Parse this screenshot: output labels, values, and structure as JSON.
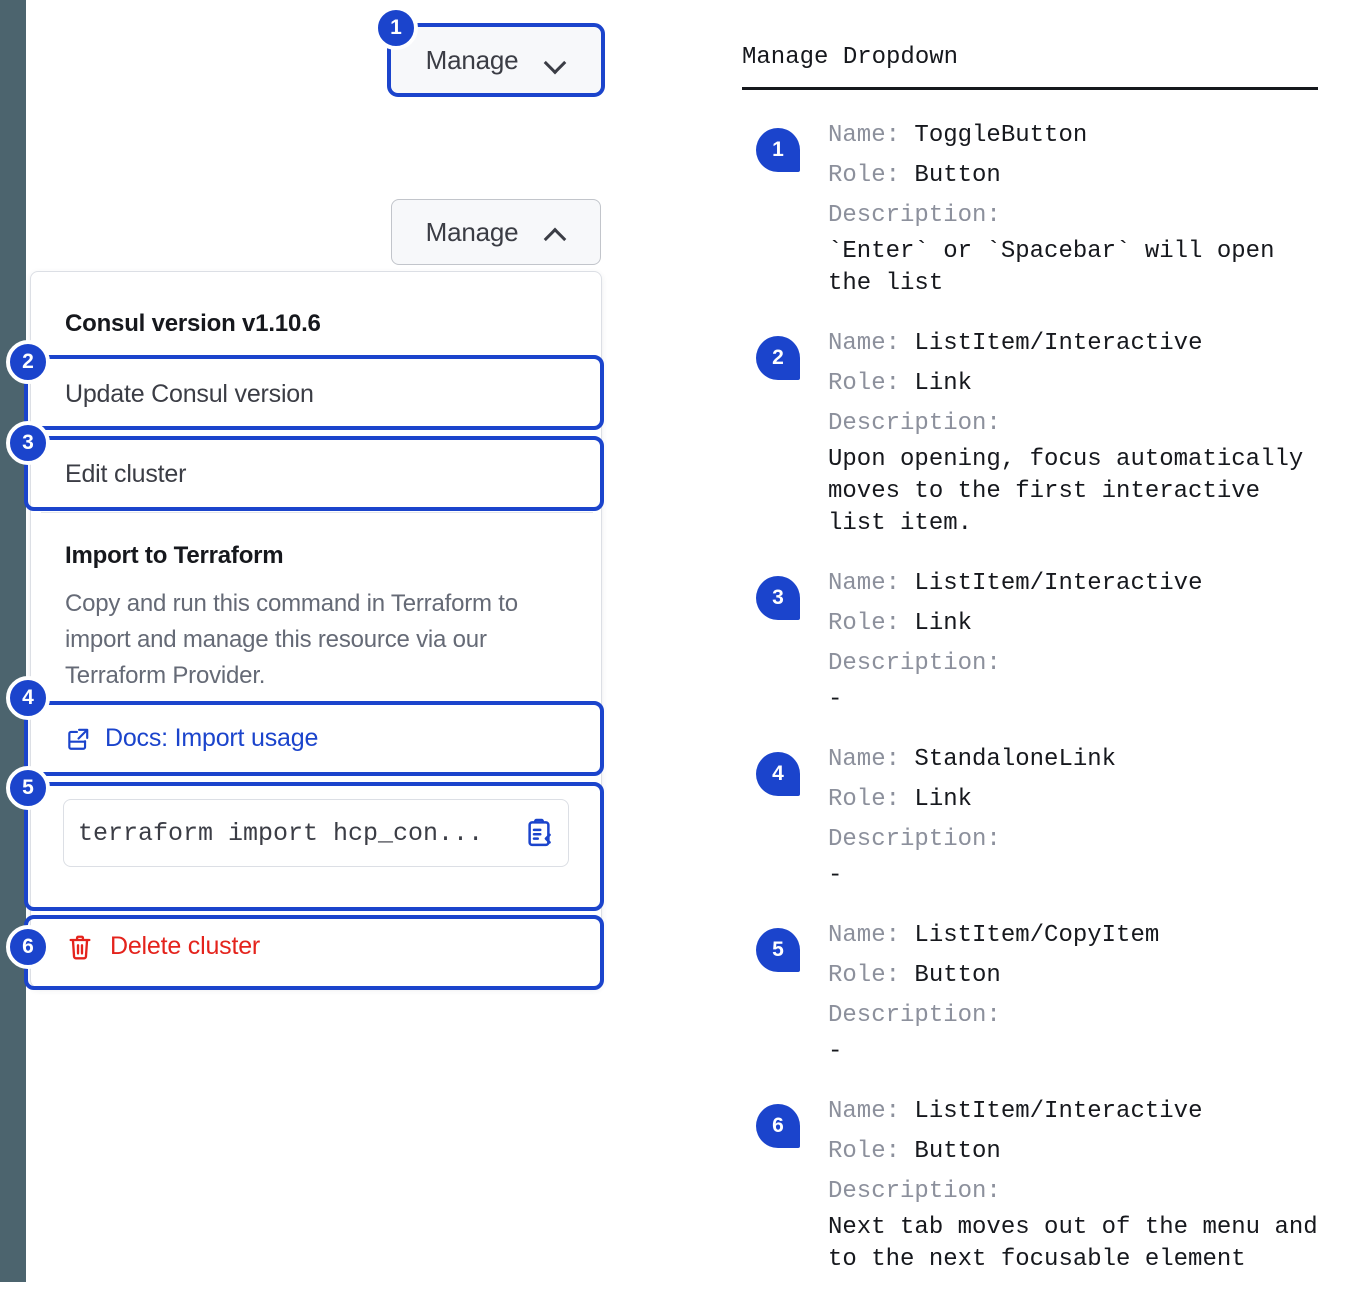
{
  "colors": {
    "accent_blue": "#1b44cc",
    "danger_red": "#e4231c",
    "rail_slate": "#4c646e",
    "text_primary": "#16181d",
    "text_muted": "#656a76"
  },
  "left": {
    "toggle_closed": {
      "label": "Manage",
      "icon": "chevron-down-icon"
    },
    "toggle_open": {
      "label": "Manage",
      "icon": "chevron-up-icon"
    },
    "dropdown": {
      "version_header": "Consul version v1.10.6",
      "update_version_label": "Update Consul version",
      "edit_cluster_label": "Edit cluster",
      "import_title": "Import to Terraform",
      "import_description": "Copy and run this command in Terraform to import and manage this resource via our Terraform Provider.",
      "docs_link_label": "Docs: Import usage",
      "docs_link_icon": "external-link-icon",
      "command_value": "terraform import hcp_con...",
      "copy_icon": "copy-to-clipboard-icon",
      "delete_label": "Delete cluster",
      "delete_icon": "trash-icon"
    },
    "badges": [
      "1",
      "2",
      "3",
      "4",
      "5",
      "6"
    ]
  },
  "right": {
    "title": "Manage Dropdown",
    "labels": {
      "name": "Name:",
      "role": "Role:",
      "description": "Description:"
    },
    "items": [
      {
        "badge": "1",
        "name": "ToggleButton",
        "role": "Button",
        "description": "`Enter` or `Spacebar` will open\nthe list"
      },
      {
        "badge": "2",
        "name": "ListItem/Interactive",
        "role": "Link",
        "description": "Upon opening, focus automatically\nmoves to the first interactive\nlist item."
      },
      {
        "badge": "3",
        "name": "ListItem/Interactive",
        "role": "Link",
        "description": "-"
      },
      {
        "badge": "4",
        "name": "StandaloneLink",
        "role": "Link",
        "description": "-"
      },
      {
        "badge": "5",
        "name": "ListItem/CopyItem",
        "role": "Button",
        "description": "-"
      },
      {
        "badge": "6",
        "name": "ListItem/Interactive",
        "role": "Button",
        "description": "Next tab moves out of the menu and\nto the next focusable element"
      }
    ]
  }
}
